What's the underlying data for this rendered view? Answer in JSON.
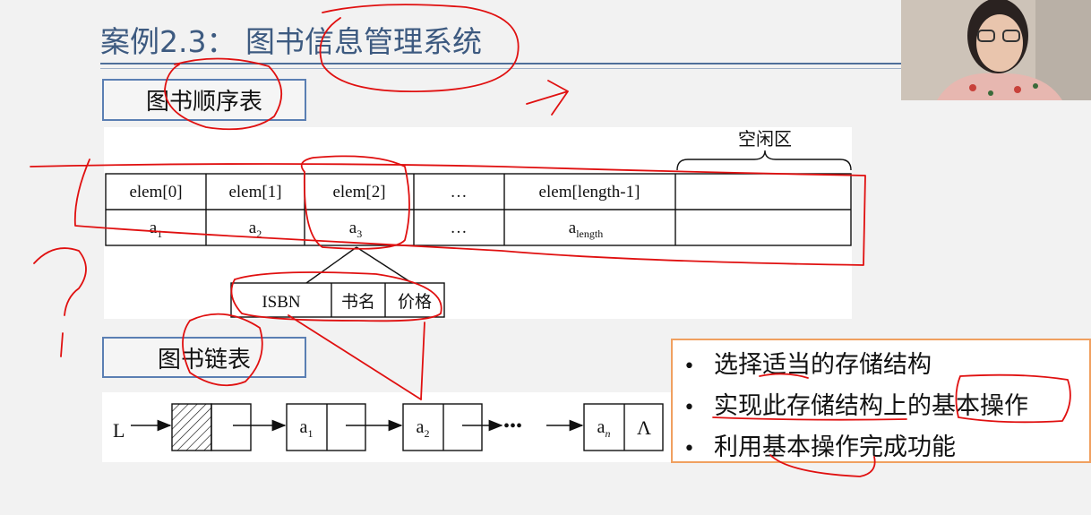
{
  "slide": {
    "title": "案例2.3： 图书信息管理系统",
    "sequential_label": "图书顺序表",
    "linked_label": "图书链表"
  },
  "sequence_table": {
    "free_area_label": "空闲区",
    "headers": [
      "elem[0]",
      "elem[1]",
      "elem[2]",
      "…",
      "elem[length-1]",
      ""
    ],
    "values": [
      {
        "main": "a",
        "sub": "1"
      },
      {
        "main": "a",
        "sub": "2"
      },
      {
        "main": "a",
        "sub": "3"
      },
      {
        "main": "…",
        "sub": ""
      },
      {
        "main": "a",
        "sub": "length"
      },
      {
        "main": "",
        "sub": ""
      }
    ],
    "record_fields": [
      "ISBN",
      "书名",
      "价格"
    ]
  },
  "linked_list": {
    "head_label": "L",
    "nodes": [
      {
        "main": "a",
        "sub": "1"
      },
      {
        "main": "a",
        "sub": "2"
      },
      {
        "main": "a",
        "sub": "n"
      }
    ],
    "dots": "•••",
    "null_symbol": "Λ"
  },
  "tips": [
    "选择适当的存储结构",
    "实现此存储结构上的基本操作",
    "利用基本操作完成功能"
  ],
  "colors": {
    "title": "#3d5a80",
    "section_border": "#5b7fb3",
    "tips_border": "#f0a060",
    "annotation_ink": "#e01010"
  }
}
